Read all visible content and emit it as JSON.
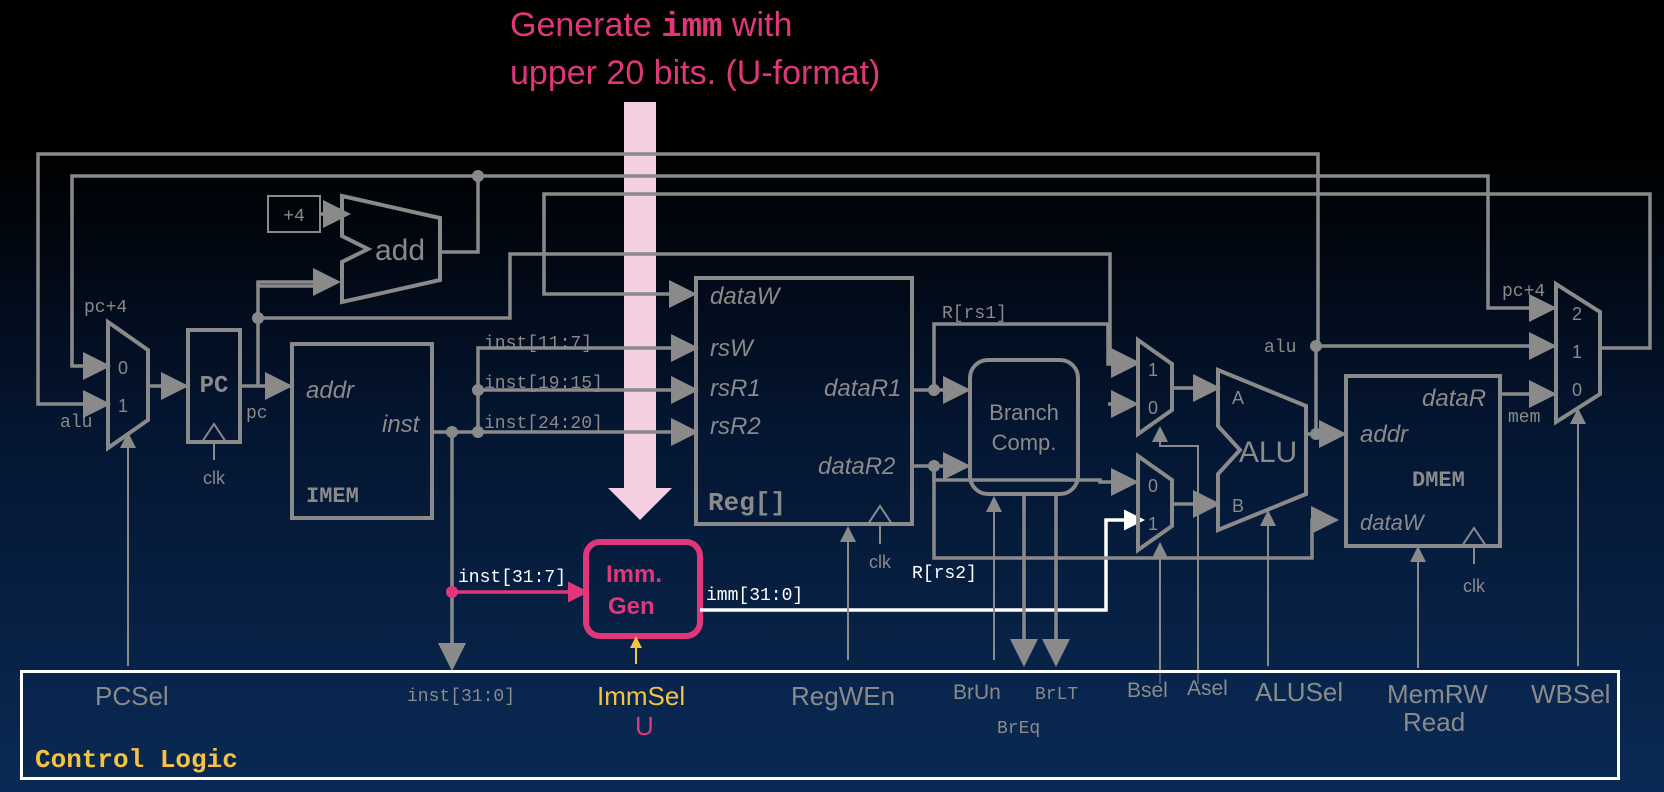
{
  "headline": {
    "line1_before": "Generate ",
    "line1_code": "imm",
    "line1_after": " with",
    "line2": "upper 20 bits. (U-format)"
  },
  "datapath": {
    "plus4": "+4",
    "add": "add",
    "pc_plus4_left": "pc+4",
    "pc_plus4_right": "pc+4",
    "alu_left": "alu",
    "alu_right": "alu",
    "pc_box": "PC",
    "pc_wire": "pc",
    "clk": "clk",
    "mux_pc_0": "0",
    "mux_pc_1": "1",
    "imem": {
      "addr": "addr",
      "inst": "inst",
      "name": "IMEM"
    },
    "inst_fields": [
      "inst[11:7]",
      "inst[19:15]",
      "inst[24:20]"
    ],
    "inst_31_7": "inst[31:7]",
    "regfile": {
      "dataW": "dataW",
      "rsW": "rsW",
      "rsR1": "rsR1",
      "rsR2": "rsR2",
      "dataR1": "dataR1",
      "dataR2": "dataR2",
      "name": "Reg[]"
    },
    "r_rs1": "R[rs1]",
    "r_rs2": "R[rs2]",
    "imm_gen": {
      "line1": "Imm.",
      "line2": "Gen"
    },
    "imm_wire": "imm[31:0]",
    "branch": {
      "line1": "Branch",
      "line2": "Comp."
    },
    "mux_a": [
      "1",
      "0"
    ],
    "mux_b": [
      "0",
      "1"
    ],
    "alu": {
      "name": "ALU",
      "a": "A",
      "b": "B"
    },
    "dmem": {
      "dataR": "dataR",
      "addr": "addr",
      "name": "DMEM",
      "dataW": "dataW"
    },
    "mem_wire": "mem",
    "mux_wb": [
      "2",
      "1",
      "0"
    ]
  },
  "control": {
    "title": "Control Logic",
    "pcsel": "PCSel",
    "inst": "inst[31:0]",
    "immsel": "ImmSel",
    "immsel_value": "U",
    "regwen": "RegWEn",
    "brun": "BrUn",
    "brlt": "BrLT",
    "breq": "BrEq",
    "bsel": "Bsel",
    "asel": "Asel",
    "alusel": "ALUSel",
    "memrw": "MemRW",
    "memrw_value": "Read",
    "wbsel": "WBSel"
  },
  "colors": {
    "highlight": "#e0377a",
    "arrow": "#f3cfe0",
    "wire": "#8a8a8a",
    "control_text": "#f5c242",
    "imm_path": "#ffffff"
  }
}
